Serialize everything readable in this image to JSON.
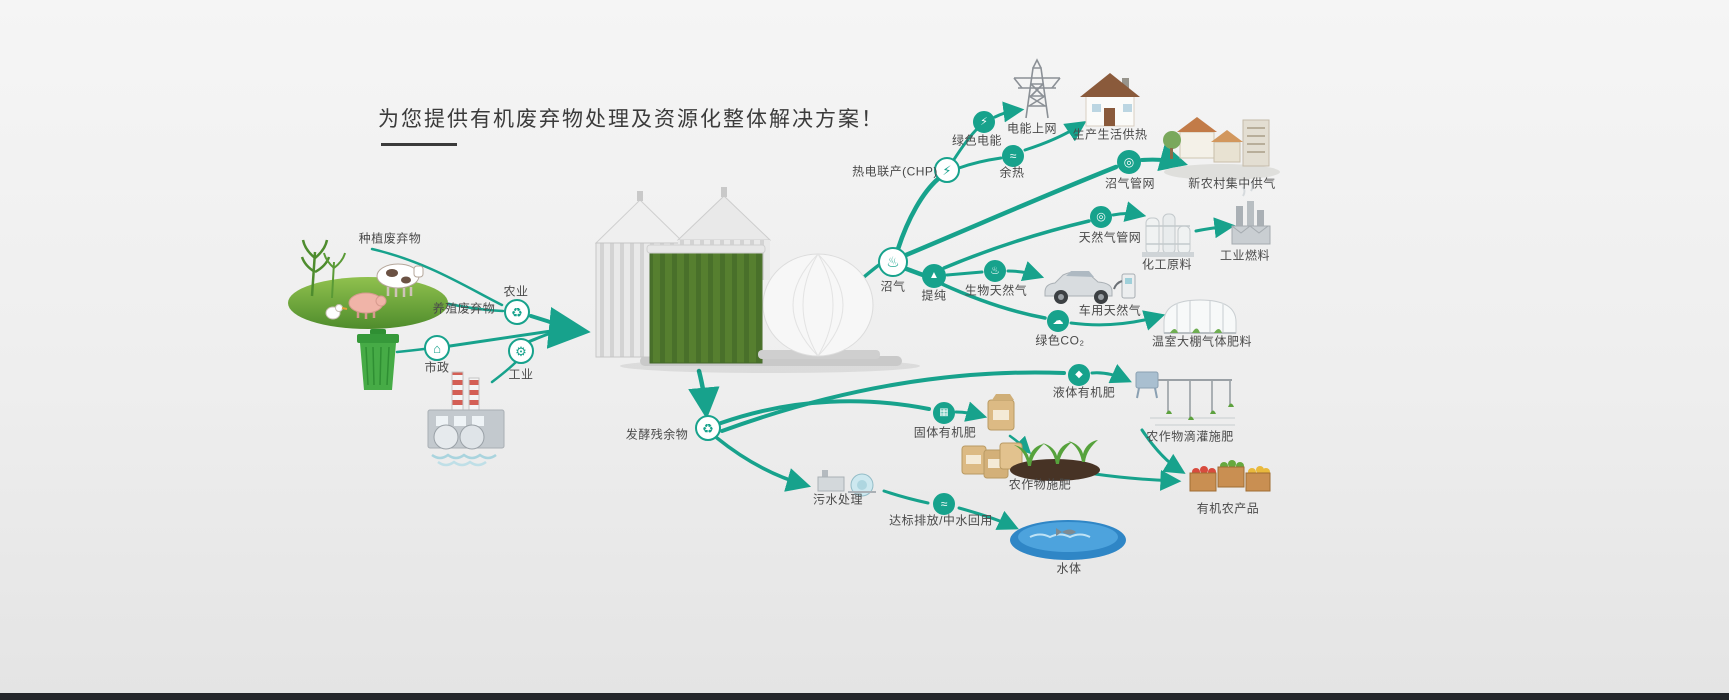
{
  "title": "为您提供有机废弃物处理及资源化整体解决方案！",
  "colors": {
    "accent": "#17a28c",
    "text": "#4a4a4a",
    "title": "#3b3b3b",
    "tank_green": "#4f7d33",
    "bin_green": "#46ab46",
    "water_blue": "#2f86c6",
    "bottom_bar": "#24272b"
  },
  "labels": {
    "planting_waste": "种植废弃物",
    "breeding_waste": "养殖废弃物",
    "agriculture": "农业",
    "municipal": "市政",
    "industry": "工业",
    "biogas": "沼气",
    "chp": "热电联产(CHP)",
    "green_power": "绿色电能",
    "power_grid": "电能上网",
    "heating": "生产生活供热",
    "waste_heat": "余热",
    "biogas_network": "沼气管网",
    "rural_gas": "新农村集中供气",
    "purification": "提纯",
    "ng_network": "天然气管网",
    "chemical_material": "化工原料",
    "industrial_fuel": "工业燃料",
    "bio_ng": "生物天然气",
    "vehicle_ng": "车用天然气",
    "green_co2": "绿色CO₂",
    "greenhouse_fert": "温室大棚气体肥料",
    "residue": "发酵残余物",
    "liquid_fert": "液体有机肥",
    "drip_irrigation": "农作物滴灌施肥",
    "solid_fert": "固体有机肥",
    "crop_fert": "农作物施肥",
    "organic_products": "有机农产品",
    "sewage": "污水处理",
    "discharge": "达标排放/中水回用",
    "water_body": "水体"
  },
  "icons": {
    "agriculture_junction": "♻",
    "municipal_junction": "⌂",
    "industry_junction": "⚙",
    "biogas_flame": "♨",
    "chp": "⚡",
    "green_power": "⚡",
    "waste_heat": "≈",
    "biogas_network": "◎",
    "purification": "▲",
    "ng_network": "◎",
    "bio_ng": "♨",
    "green_co2": "☁",
    "residue": "♻",
    "liquid_fert": "◆",
    "solid_fert": "▦",
    "discharge": "≈"
  }
}
